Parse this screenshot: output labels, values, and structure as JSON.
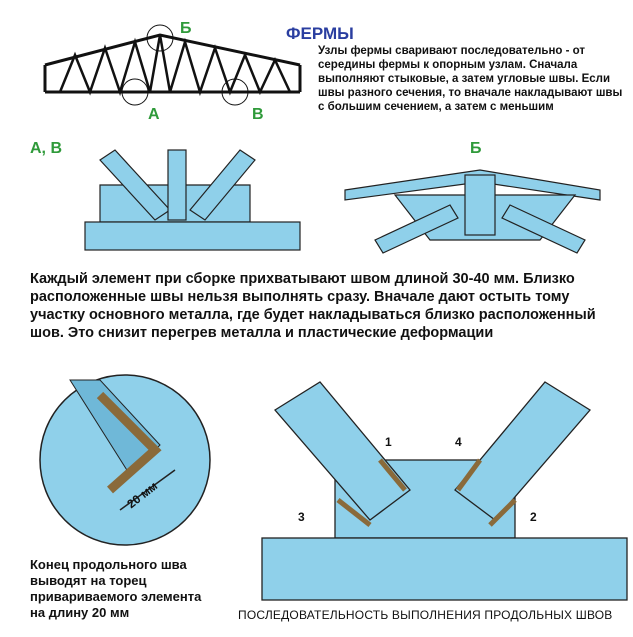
{
  "title": "ФЕРМЫ",
  "intro": "Узлы фермы сваривают последовательно - от середины фермы к опорным узлам. Сначала выполняют стыковые, а затем угловые швы. Если швы разного сечения, то вначале накладывают швы с большим сечением, а затем с меньшим",
  "node_labels": {
    "top": "Б",
    "left": "А",
    "right": "В"
  },
  "section_labels": {
    "av": "А, В",
    "b": "Б"
  },
  "paragraph": "Каждый элемент при сборке прихватывают швом длиной 30-40 мм. Близко расположенные швы нельзя выполнять сразу. Вначале дают остыть тому участку основного металла, где будет накладываться близко расположенный шов. Это снизит перегрев металла и пластические деформации",
  "dimension": "20 мм",
  "note": "Конец продольного шва выводят на торец привариваемого элемента на длину 20 мм",
  "seam_numbers": [
    "1",
    "2",
    "3",
    "4"
  ],
  "caption": "ПОСЛЕДОВАТЕЛЬНОСТЬ ВЫПОЛНЕНИЯ ПРОДОЛЬНЫХ ШВОВ",
  "colors": {
    "steel": "#8fd0ea",
    "title": "#2a3ea0",
    "label": "#2f9a3a",
    "weld": "#8a6a3a"
  }
}
